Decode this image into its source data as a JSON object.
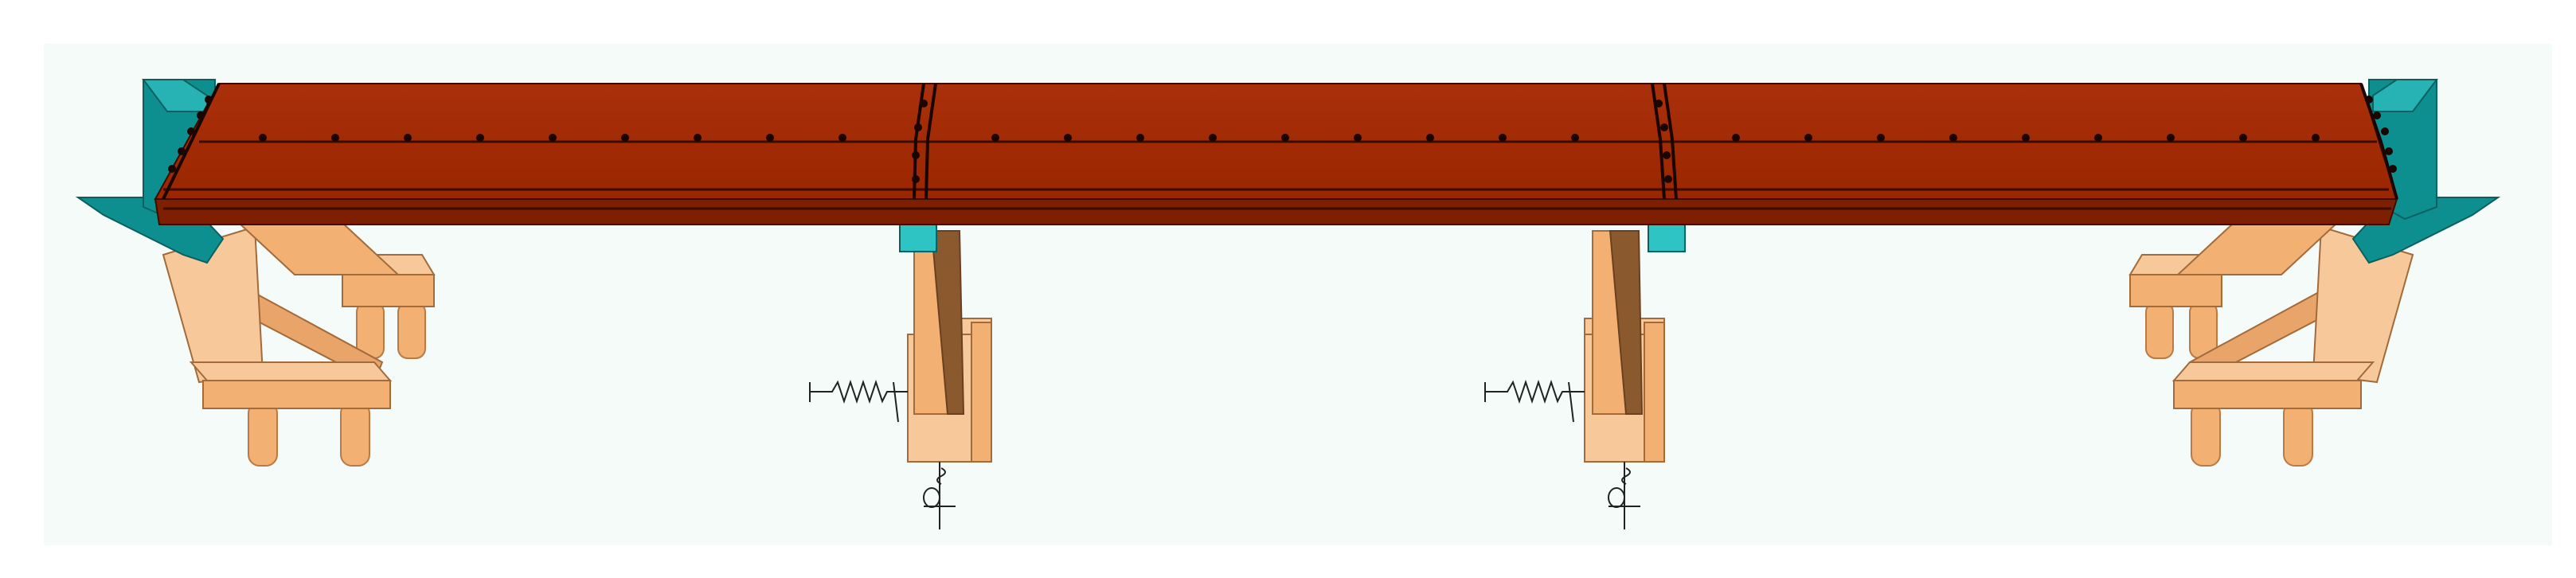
{
  "colors": {
    "page_background": "#ffffff",
    "canvas_background": "#f4fbf8",
    "deck_top": "#a52a00",
    "deck_side": "#7d1f00",
    "girder_lines": "#3a0c00",
    "abutment_teal": "#0e8f8f",
    "abutment_teal_light": "#27b3b3",
    "bearing_cyan": "#2fc4c4",
    "concrete_light": "#f7c99a",
    "concrete_mid": "#f2b072",
    "concrete_dark": "#c8834a",
    "pier_shadow": "#8a5a2e",
    "spring_line": "#222222"
  },
  "components": {
    "deck": "superstructure-deck",
    "left_abutment": "abutment",
    "right_abutment": "abutment",
    "piers": [
      "pier-1",
      "pier-2"
    ],
    "springs": [
      "lateral-spring",
      "rotational-spring"
    ]
  }
}
